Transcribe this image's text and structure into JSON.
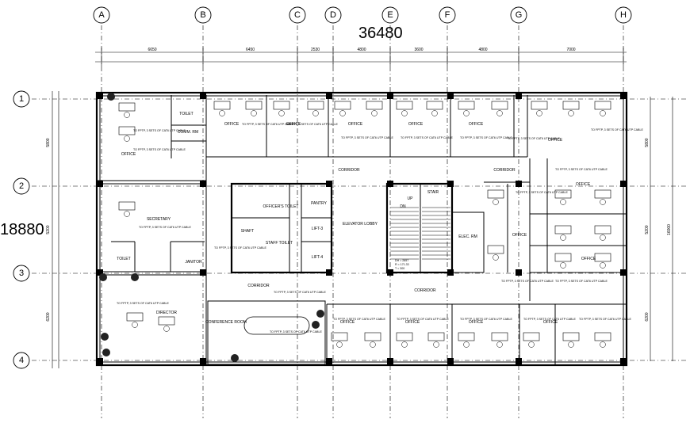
{
  "overall_width": "36480",
  "overall_height": "18880",
  "grid_columns": [
    "A",
    "B",
    "C",
    "D",
    "E",
    "F",
    "G",
    "H"
  ],
  "grid_rows": [
    "1",
    "2",
    "3",
    "4"
  ],
  "top_dimensions": [
    "6650",
    "6450",
    "2530",
    "4800",
    "3600",
    "4800",
    "7000"
  ],
  "side_dimensions": [
    "5800",
    "5200",
    "6200"
  ],
  "right_total": "16000",
  "rooms": {
    "office": "OFFICE",
    "toilet": "TOILET",
    "secretary": "SECRETARY",
    "director": "DIRECTOR",
    "conference": "CONFERENCE ROOM",
    "corridor": "CORRIDOR",
    "elevator_lobby": "ELEVATOR LOBBY",
    "staff_toilet": "STAFF TOILET",
    "officers_toilet": "OFFICER'S TOILET",
    "pantry": "PANTRY",
    "stair": "STAIR",
    "lift3": "LIFT-3",
    "lift4": "LIFT-4",
    "shaft": "SHAFT",
    "comm_rm": "COMM. RM",
    "elec_rm": "ELEC. RM",
    "janitor": "JANITOR",
    "up": "UP",
    "dn": "DN"
  },
  "notes": {
    "fptp": "TO FPTP, 3 SETS OF CAT6 UTP CABLE",
    "stair_note_1": "DH = 2857",
    "stair_note_2": "R = 171.33",
    "stair_note_3": "T = 300"
  }
}
